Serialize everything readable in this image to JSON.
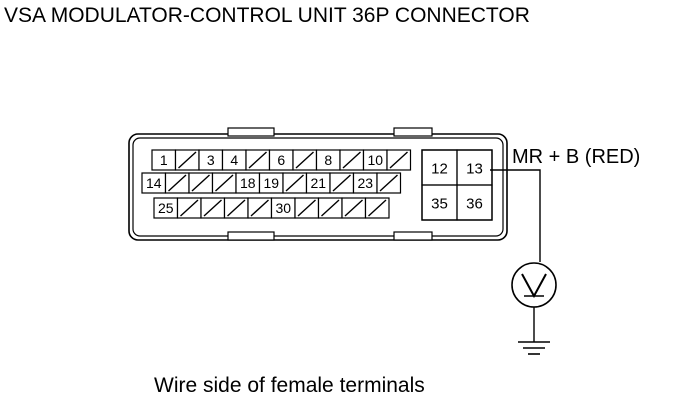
{
  "title": "VSA MODULATOR-CONTROL UNIT 36P CONNECTOR",
  "caption": "Wire side of female terminals",
  "probe_label": "MR + B (RED)",
  "meter_icon": "voltmeter-icon",
  "ground_icon": "ground-icon",
  "connector": {
    "rows": [
      [
        {
          "label": "1"
        },
        {
          "label": "/"
        },
        {
          "label": "3"
        },
        {
          "label": "4"
        },
        {
          "label": "/"
        },
        {
          "label": "6"
        },
        {
          "label": "/"
        },
        {
          "label": "8"
        },
        {
          "label": "/"
        },
        {
          "label": "10"
        },
        {
          "label": "/"
        }
      ],
      [
        {
          "label": "14"
        },
        {
          "label": "/"
        },
        {
          "label": "/"
        },
        {
          "label": "/"
        },
        {
          "label": "18"
        },
        {
          "label": "19"
        },
        {
          "label": "/"
        },
        {
          "label": "21"
        },
        {
          "label": "/"
        },
        {
          "label": "23"
        },
        {
          "label": "/"
        }
      ],
      [
        {
          "label": "25"
        },
        {
          "label": "/"
        },
        {
          "label": "/"
        },
        {
          "label": "/"
        },
        {
          "label": "/"
        },
        {
          "label": "30"
        },
        {
          "label": "/"
        },
        {
          "label": "/"
        },
        {
          "label": "/"
        },
        {
          "label": "/"
        }
      ]
    ],
    "right_block": [
      "12",
      "13",
      "35",
      "36"
    ],
    "probed_terminal": "13"
  }
}
